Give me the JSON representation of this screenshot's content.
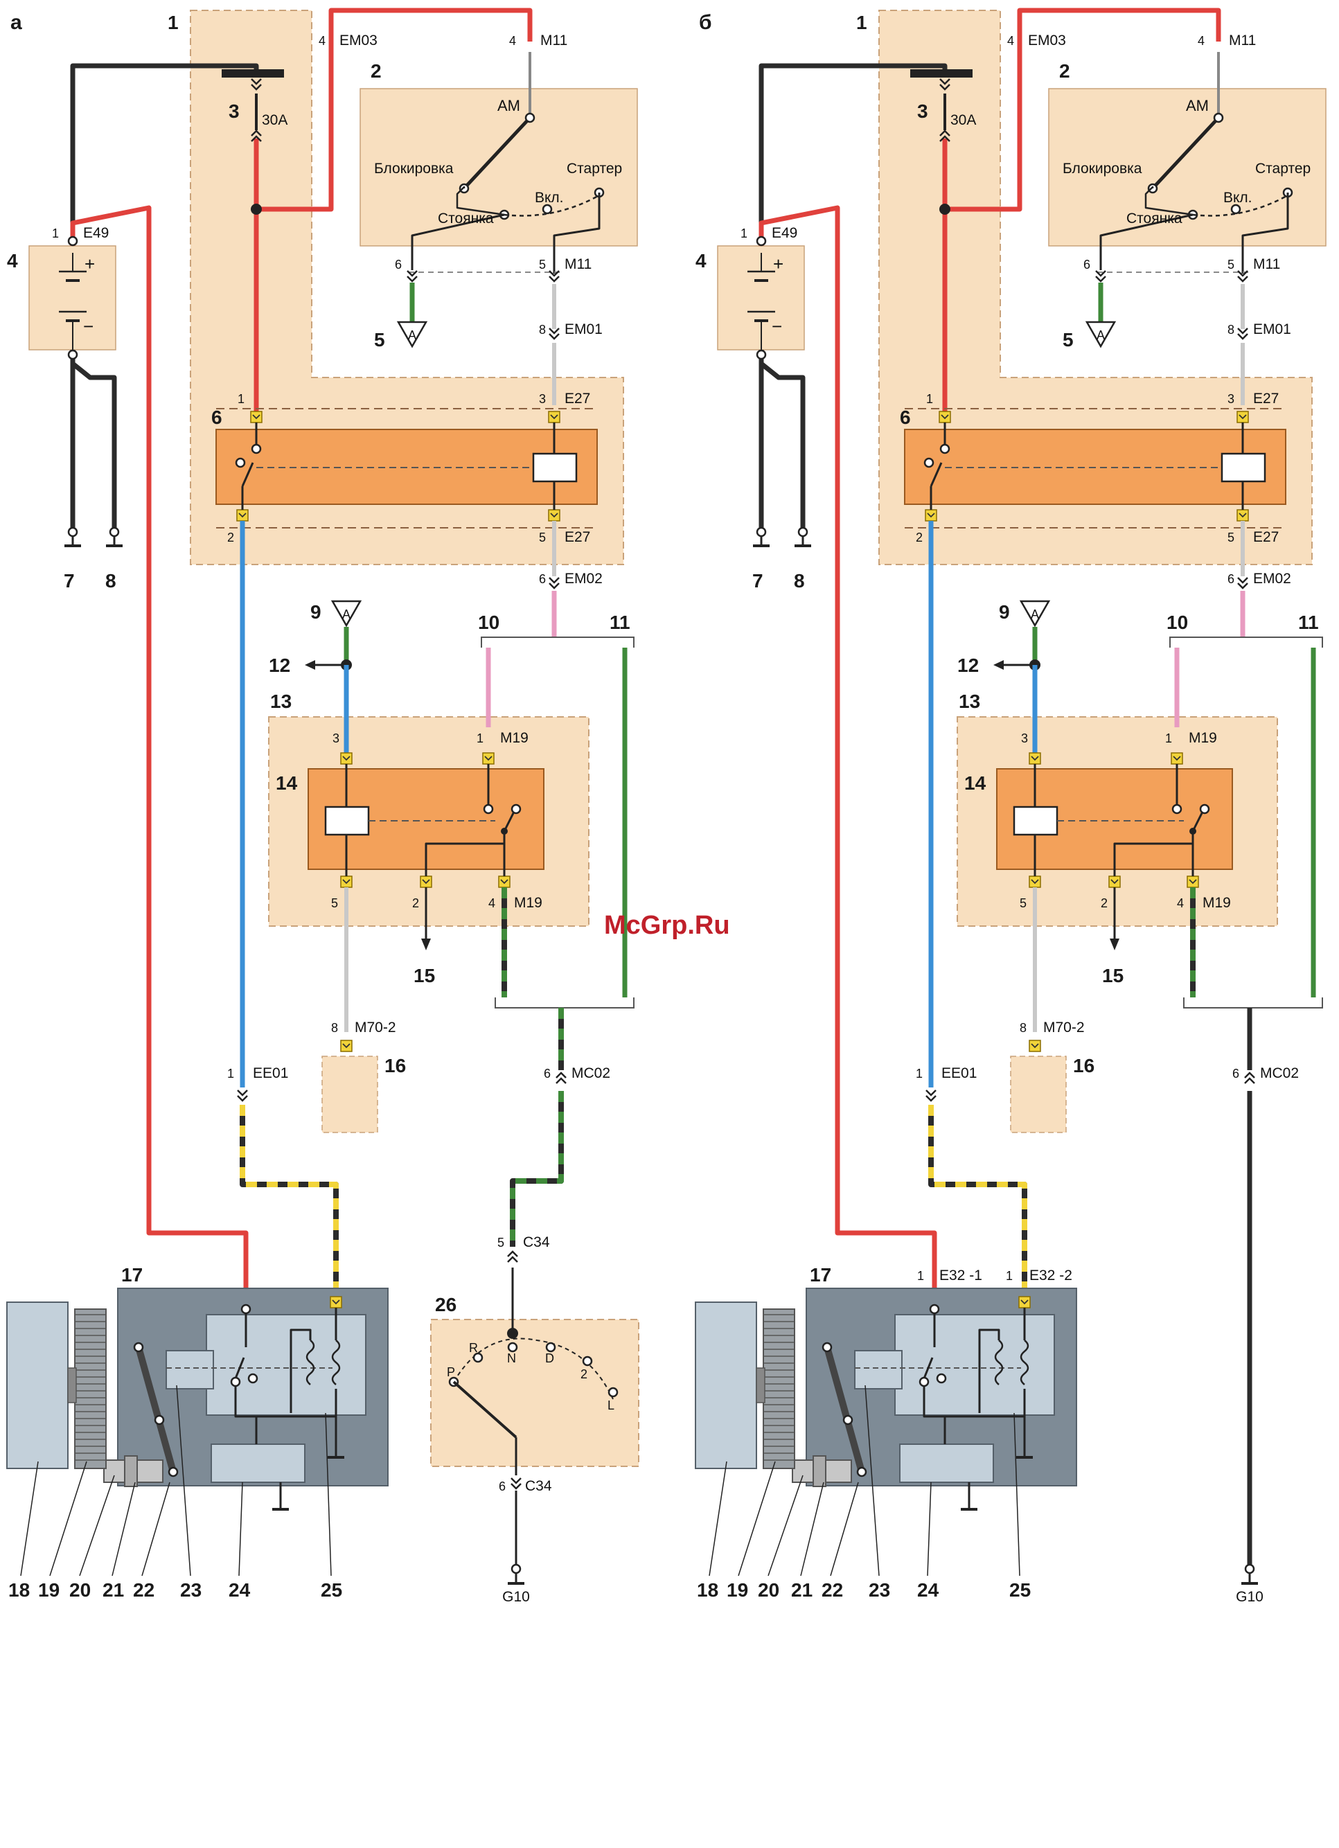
{
  "diagrams": [
    {
      "id": "a",
      "letter": "а",
      "connectors": {
        "em03": "EM03",
        "em03_pin": "4",
        "m11_top": "M11",
        "m11_top_pin": "4",
        "fuse": "30A",
        "e49": "E49",
        "e49_pin": "1",
        "sw_pin6": "6",
        "m11_bot": "M11",
        "m11_bot_pin": "5",
        "em01": "EM01",
        "em01_pin": "8",
        "e27_top": "E27",
        "e27_top_pin": "3",
        "relay6_pin1": "1",
        "relay6_pin2": "2",
        "e27_bot": "E27",
        "e27_bot_pin": "5",
        "em02": "EM02",
        "em02_pin": "6",
        "m19_top": "M19",
        "m19_top_pin": "1",
        "relay14_pin3": "3",
        "relay14_pin5": "5",
        "relay14_pin2": "2",
        "m19_bot": "M19",
        "m19_bot_pin": "4",
        "m70": "M70-2",
        "m70_pin": "8",
        "ee01": "EE01",
        "ee01_pin": "1",
        "mc02": "MC02",
        "mc02_pin": "6",
        "c34_top": "C34",
        "c34_top_pin": "5",
        "c34_bot": "C34",
        "c34_bot_pin": "6",
        "e32_1": "",
        "e32_1_pin": "",
        "e32_2": "",
        "e32_2_pin": "",
        "ground": "G10"
      },
      "switch_labels": {
        "am": "AM",
        "block": "Блокировка",
        "park": "Стоянка",
        "on": "Вкл.",
        "start": "Стартер"
      },
      "gear_labels": {
        "p": "P",
        "r": "R",
        "n": "N",
        "d": "D",
        "two": "2",
        "l": "L"
      },
      "callouts": {
        "n1": "1",
        "n2": "2",
        "n3": "3",
        "n4": "4",
        "n5": "5",
        "n6": "6",
        "n7": "7",
        "n8": "8",
        "n9": "9",
        "n10": "10",
        "n11": "11",
        "n12": "12",
        "n13": "13",
        "n14": "14",
        "n15": "15",
        "n16": "16",
        "n17": "17",
        "n18": "18",
        "n19": "19",
        "n20": "20",
        "n21": "21",
        "n22": "22",
        "n23": "23",
        "n24": "24",
        "n25": "25",
        "n26": "26"
      },
      "triangle_5": "A",
      "triangle_9": "A",
      "battery_plus": "+",
      "battery_minus": "−"
    },
    {
      "id": "b",
      "letter": "б",
      "connectors": {
        "em03": "EM03",
        "em03_pin": "4",
        "m11_top": "M11",
        "m11_top_pin": "4",
        "fuse": "30A",
        "e49": "E49",
        "e49_pin": "1",
        "sw_pin6": "6",
        "m11_bot": "M11",
        "m11_bot_pin": "5",
        "em01": "EM01",
        "em01_pin": "8",
        "e27_top": "E27",
        "e27_top_pin": "3",
        "relay6_pin1": "1",
        "relay6_pin2": "2",
        "e27_bot": "E27",
        "e27_bot_pin": "5",
        "em02": "EM02",
        "em02_pin": "6",
        "m19_top": "M19",
        "m19_top_pin": "1",
        "relay14_pin3": "3",
        "relay14_pin5": "5",
        "relay14_pin2": "2",
        "m19_bot": "M19",
        "m19_bot_pin": "4",
        "m70": "M70-2",
        "m70_pin": "8",
        "ee01": "EE01",
        "ee01_pin": "1",
        "mc02": "MC02",
        "mc02_pin": "6",
        "c34_top": "",
        "c34_top_pin": "",
        "c34_bot": "",
        "c34_bot_pin": "",
        "e32_1": "E32 -1",
        "e32_1_pin": "1",
        "e32_2": "E32 -2",
        "e32_2_pin": "1",
        "ground": "G10"
      },
      "switch_labels": {
        "am": "AM",
        "block": "Блокировка",
        "park": "Стоянка",
        "on": "Вкл.",
        "start": "Стартер"
      },
      "gear_labels": {
        "p": "",
        "r": "",
        "n": "",
        "d": "",
        "two": "",
        "l": ""
      },
      "callouts": {
        "n1": "1",
        "n2": "2",
        "n3": "3",
        "n4": "4",
        "n5": "5",
        "n6": "6",
        "n7": "7",
        "n8": "8",
        "n9": "9",
        "n10": "10",
        "n11": "11",
        "n12": "12",
        "n13": "13",
        "n14": "14",
        "n15": "15",
        "n16": "16",
        "n17": "17",
        "n18": "18",
        "n19": "19",
        "n20": "20",
        "n21": "21",
        "n22": "22",
        "n23": "23",
        "n24": "24",
        "n25": "25",
        "n26": ""
      },
      "triangle_5": "A",
      "triangle_9": "A",
      "battery_plus": "+",
      "battery_minus": "−"
    }
  ],
  "watermark": "McGrp.Ru",
  "colors": {
    "red": "#e0413c",
    "black": "#2b2b2b",
    "blue": "#3a8fd6",
    "green": "#3f8a3a",
    "pink": "#e89bc0",
    "yellow": "#f2d43a",
    "gray_wire": "#c8c8c8",
    "tan": "#f8dfbf",
    "relay_orange": "#f3a15a",
    "module_gray": "#7e8b96",
    "module_light": "#c3d0da",
    "watermark_red": "#c0202a"
  }
}
